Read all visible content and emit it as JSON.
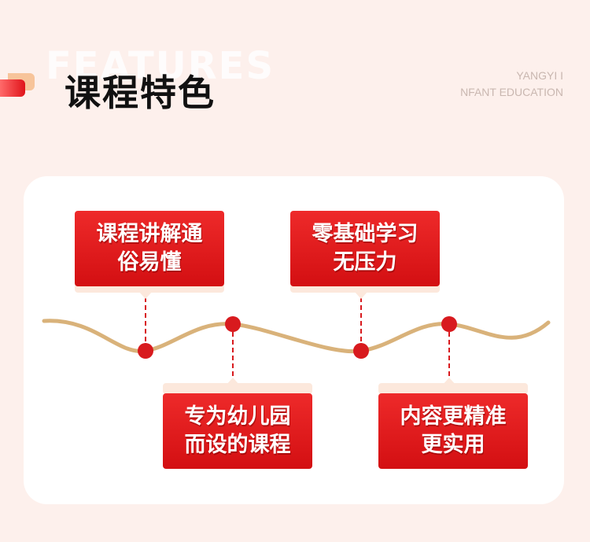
{
  "header": {
    "background_word": "FEATURES",
    "title": "课程特色",
    "brand_line1": "YANGYI I",
    "brand_line2": "NFANT EDUCATION"
  },
  "features": [
    {
      "line1": "课程讲解通",
      "line2": "俗易懂"
    },
    {
      "line1": "零基础学习",
      "line2": "无压力"
    },
    {
      "line1": "专为幼儿园",
      "line2": "而设的课程"
    },
    {
      "line1": "内容更精准",
      "line2": "更实用"
    }
  ],
  "colors": {
    "page_background": "#fdf0ec",
    "accent_red": "#d81a1e",
    "wave_gold": "#d9b27a",
    "card": "#ffffff"
  }
}
